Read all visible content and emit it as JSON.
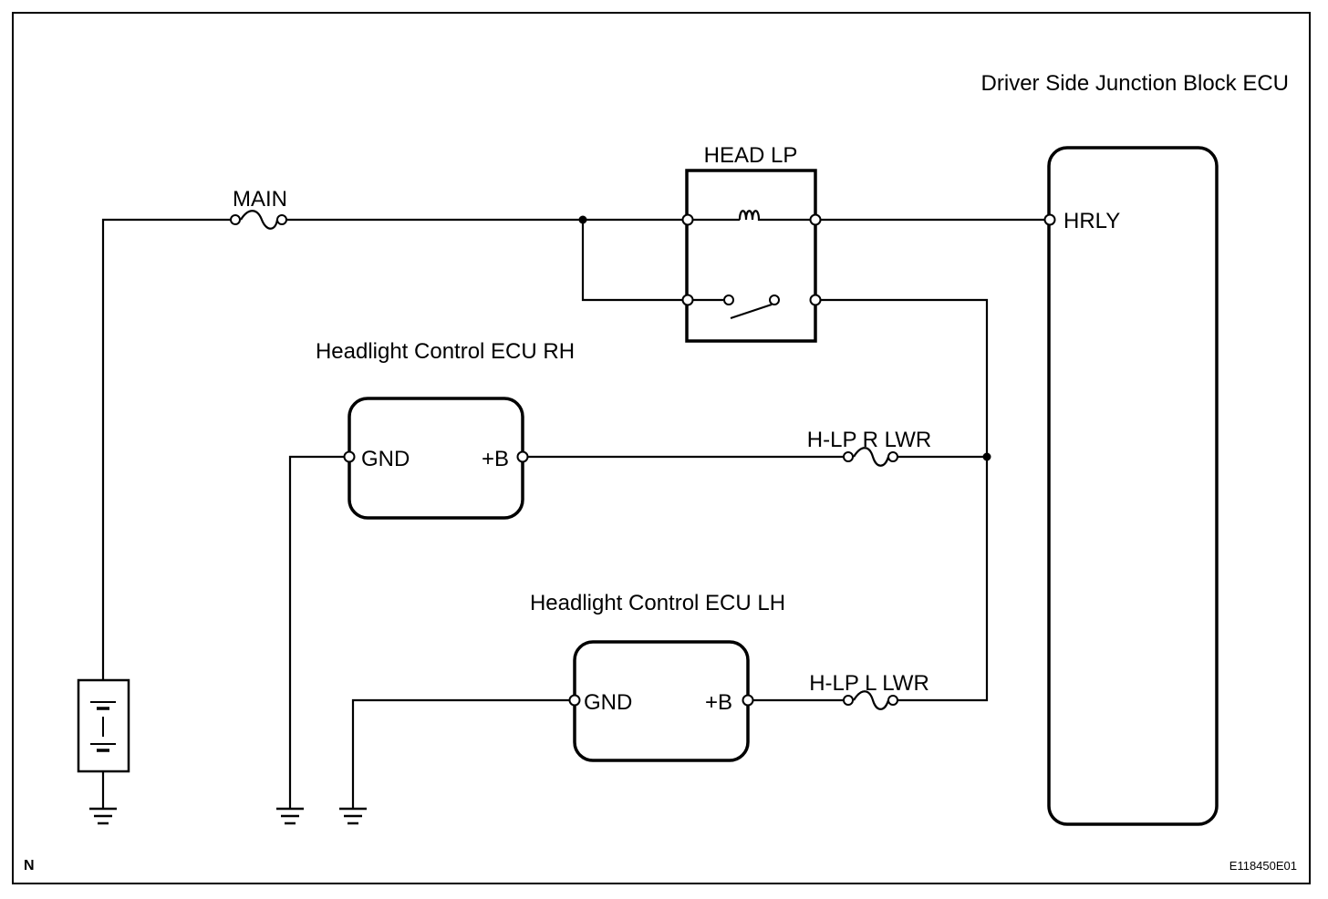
{
  "ecu_label": "Driver Side Junction Block ECU",
  "relay_label": "HEAD LP",
  "fuses": {
    "main": "MAIN",
    "rh": "H-LP R LWR",
    "lh": "H-LP L LWR"
  },
  "terminals": {
    "hrly": "HRLY"
  },
  "ecu_rh": {
    "title": "Headlight Control ECU RH",
    "gnd": "GND",
    "plus_b": "+B"
  },
  "ecu_lh": {
    "title": "Headlight Control ECU LH",
    "gnd": "GND",
    "plus_b": "+B"
  },
  "corner_mark": "N",
  "figure_code": "E118450E01"
}
